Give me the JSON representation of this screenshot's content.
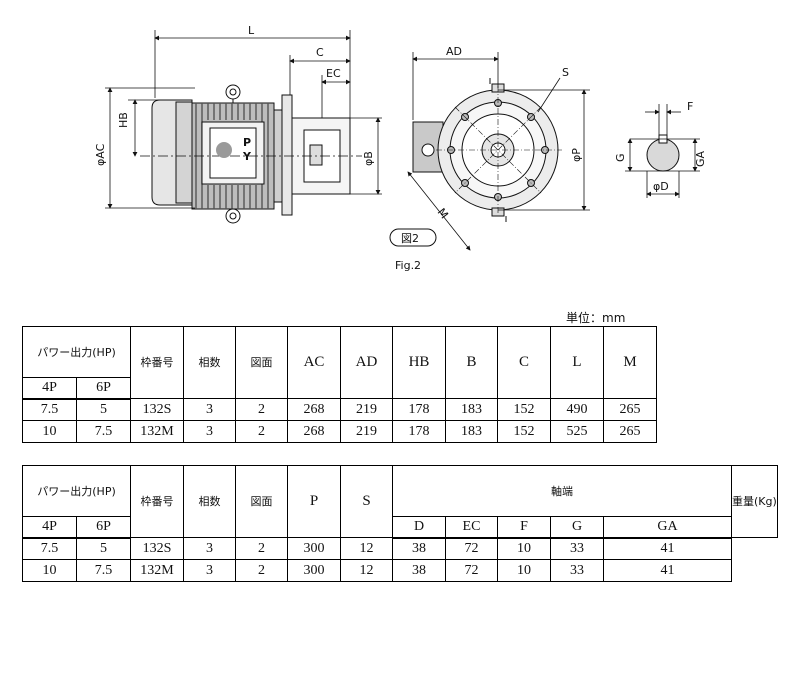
{
  "figure": {
    "caption_box": "図2",
    "caption": "Fig.2",
    "labels": {
      "L": "L",
      "C": "C",
      "EC": "EC",
      "HB": "HB",
      "AC": "φAC",
      "B": "φB",
      "AD": "AD",
      "S": "S",
      "P": "φP",
      "M": "M",
      "F": "F",
      "G": "G",
      "GA": "GA",
      "D": "φD",
      "P_mark": "P",
      "Y_mark": "Y"
    }
  },
  "unit_label": "単位：mm",
  "table1": {
    "headers": {
      "power": "パワー出力(HP)",
      "p4": "4P",
      "p6": "6P",
      "frame": "枠番号",
      "phase": "相数",
      "drawing": "図面",
      "AC": "AC",
      "AD": "AD",
      "HB": "HB",
      "B": "B",
      "C": "C",
      "L": "L",
      "M": "M"
    },
    "rows": [
      {
        "p4": "7.5",
        "p6": "5",
        "frame": "132S",
        "phase": "3",
        "drawing": "2",
        "AC": "268",
        "AD": "219",
        "HB": "178",
        "B": "183",
        "C": "152",
        "L": "490",
        "M": "265"
      },
      {
        "p4": "10",
        "p6": "7.5",
        "frame": "132M",
        "phase": "3",
        "drawing": "2",
        "AC": "268",
        "AD": "219",
        "HB": "178",
        "B": "183",
        "C": "152",
        "L": "525",
        "M": "265"
      }
    ]
  },
  "table2": {
    "headers": {
      "power": "パワー出力(HP)",
      "p4": "4P",
      "p6": "6P",
      "frame": "枠番号",
      "phase": "相数",
      "drawing": "図面",
      "P": "P",
      "S": "S",
      "shaft": "軸端",
      "D": "D",
      "EC": "EC",
      "F": "F",
      "G": "G",
      "GA": "GA",
      "weight": "重量(Kg)"
    },
    "rows": [
      {
        "p4": "7.5",
        "p6": "5",
        "frame": "132S",
        "phase": "3",
        "drawing": "2",
        "P": "300",
        "S": "12",
        "D": "38",
        "EC": "72",
        "F": "10",
        "G": "33",
        "GA": "41",
        "weight": ""
      },
      {
        "p4": "10",
        "p6": "7.5",
        "frame": "132M",
        "phase": "3",
        "drawing": "2",
        "P": "300",
        "S": "12",
        "D": "38",
        "EC": "72",
        "F": "10",
        "G": "33",
        "GA": "41",
        "weight": ""
      }
    ]
  }
}
